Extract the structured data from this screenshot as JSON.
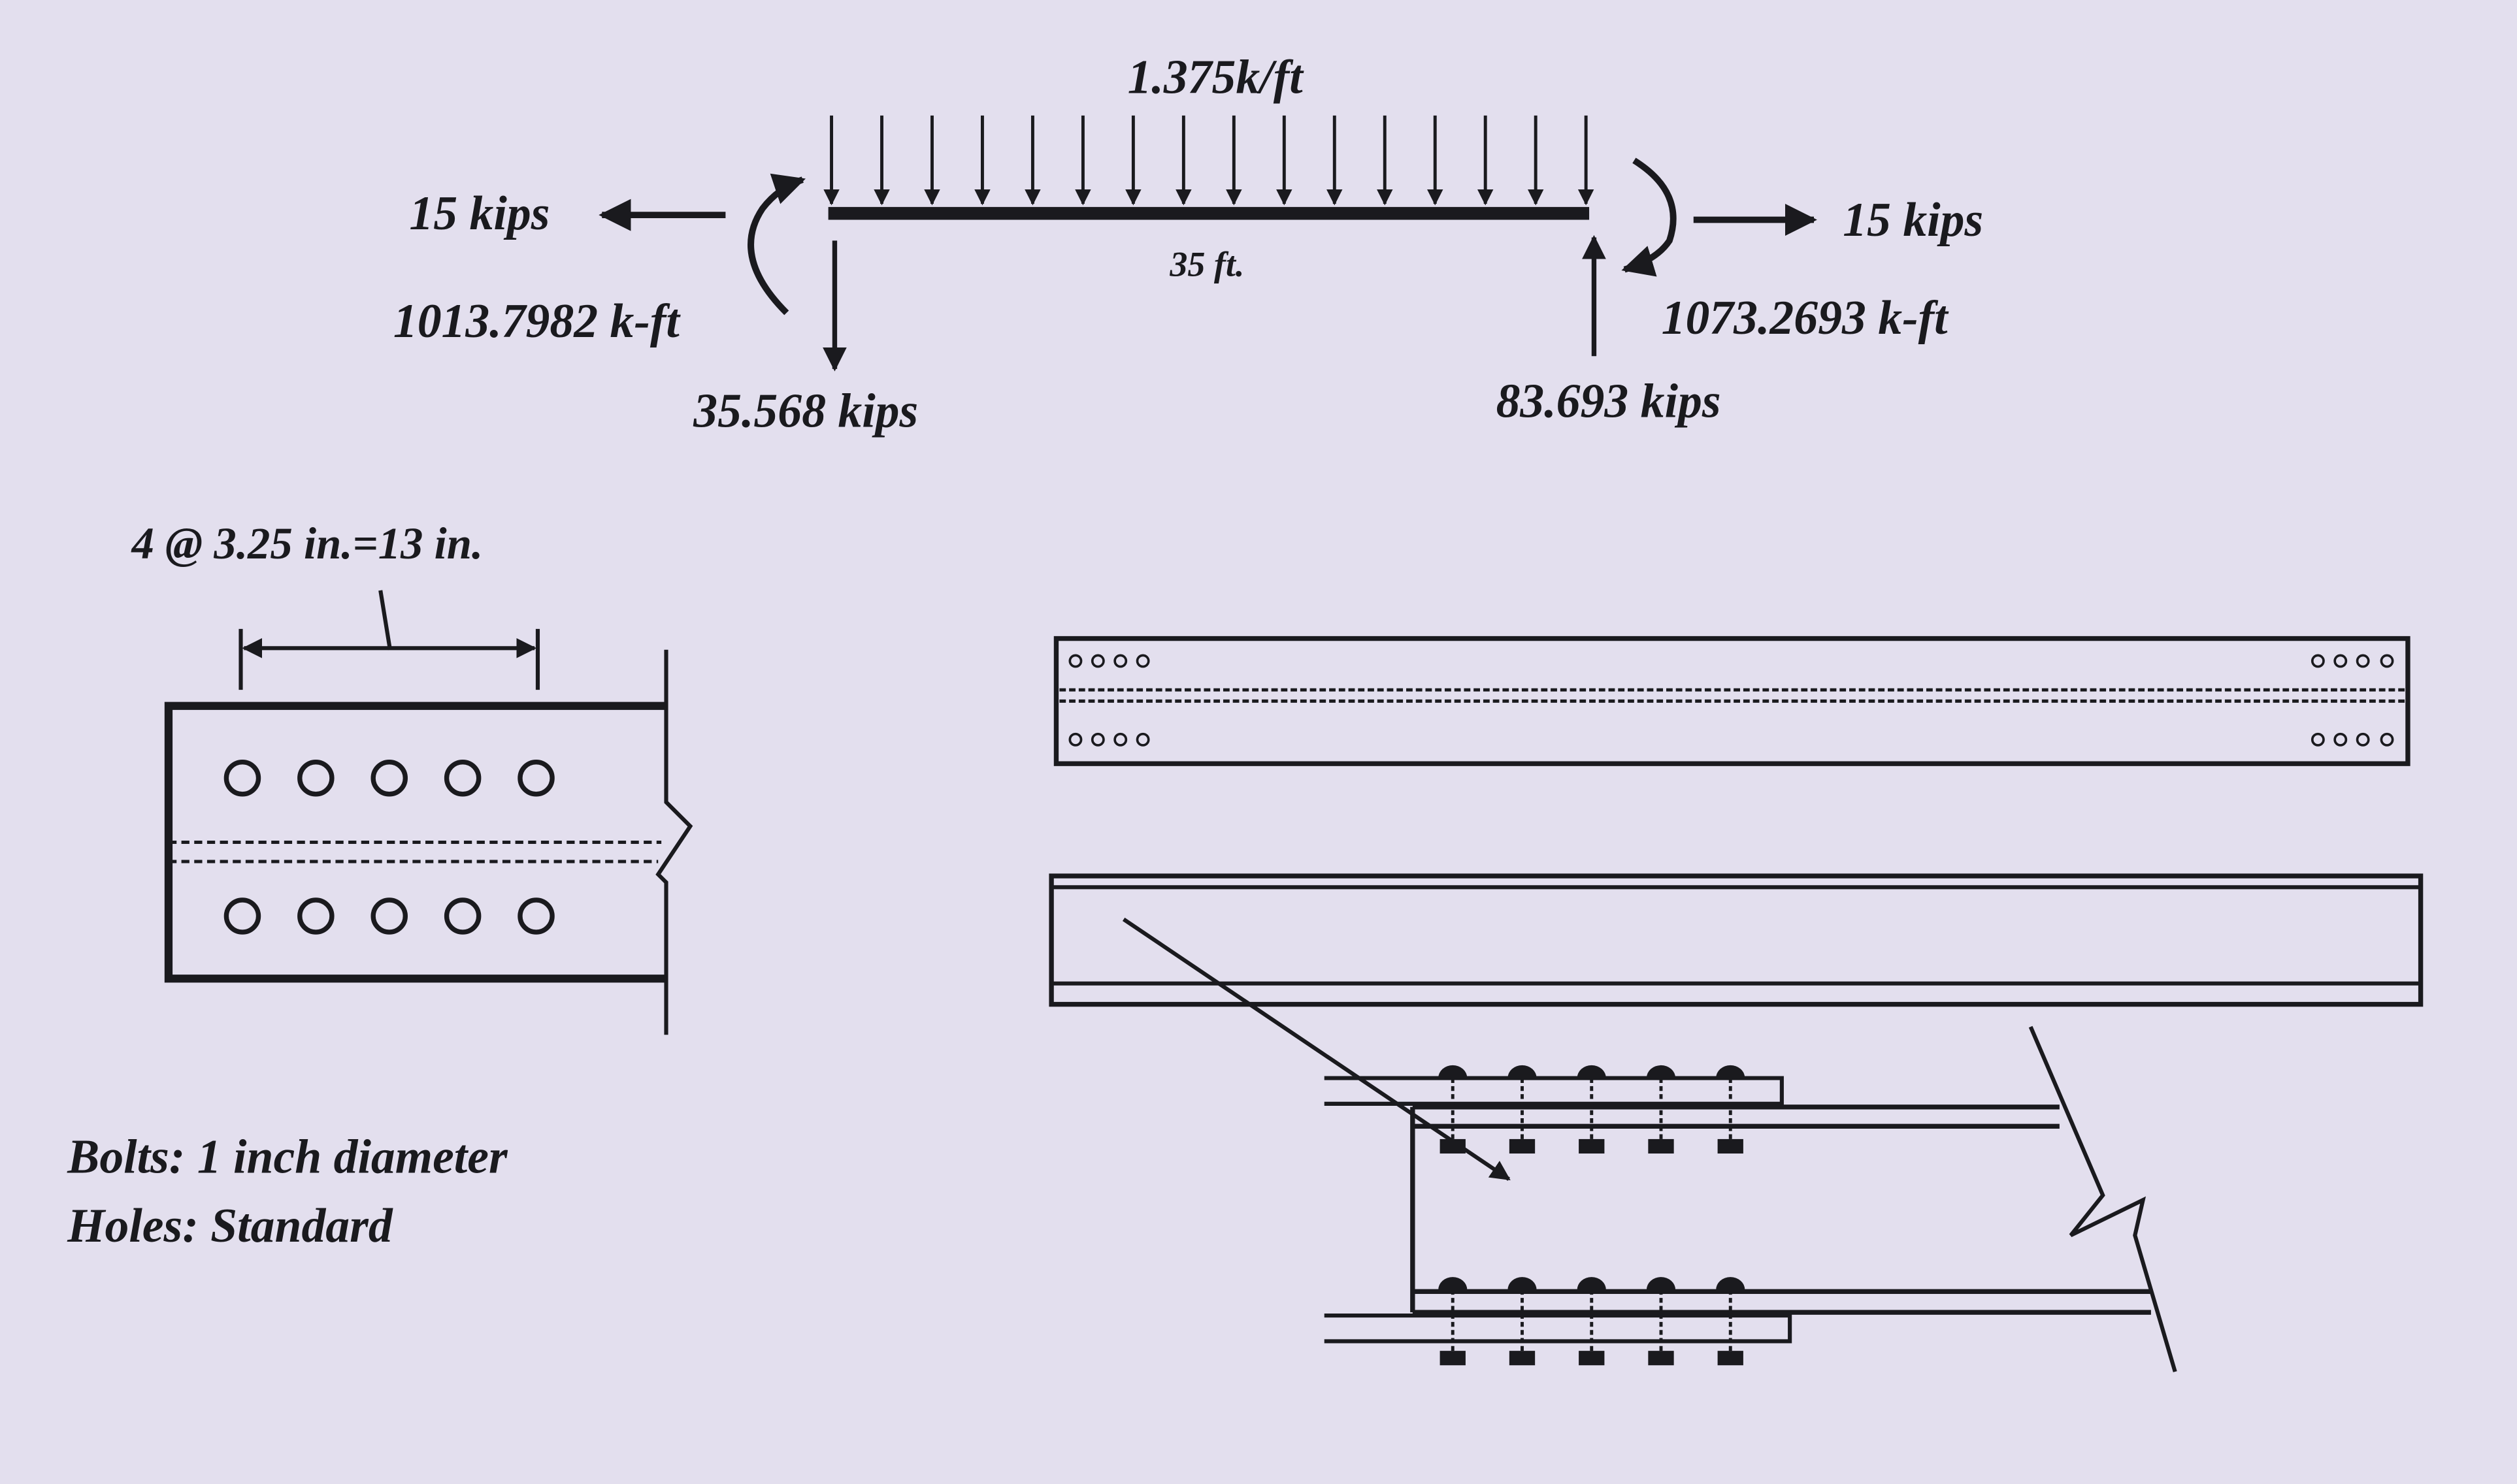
{
  "loading_diagram": {
    "distributed_load": "1.375k/ft",
    "span": "35 ft.",
    "left_axial": "15 kips",
    "right_axial": "15 kips",
    "left_moment": "1013.7982 k-ft",
    "right_moment": "1073.2693 k-ft",
    "left_reaction": "35.568 kips",
    "right_reaction": "83.693 kips"
  },
  "bolt_detail": {
    "spacing_label": "4 @ 3.25 in.=13 in.",
    "bolts_per_row": 5
  },
  "notes": {
    "bolts": "Bolts: 1 inch diameter",
    "holes": "Holes:  Standard"
  },
  "colors": {
    "background": "#e3dfee",
    "ink": "#1a1a1e"
  }
}
